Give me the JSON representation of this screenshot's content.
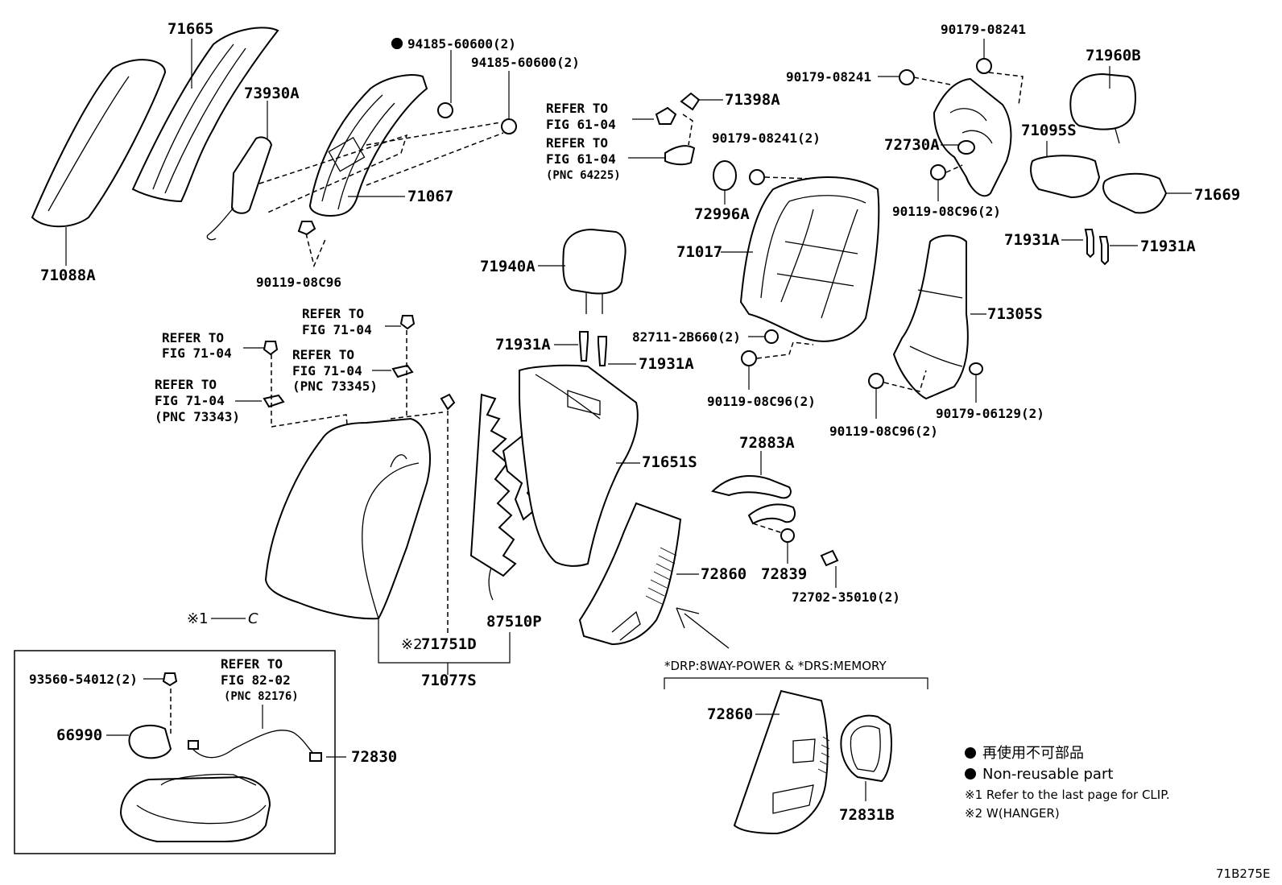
{
  "labels": {
    "p71665": "71665",
    "p71088A": "71088A",
    "p73930A": "73930A",
    "p94185a": "94185-60600(2)",
    "p94185b": "94185-60600(2)",
    "p71067": "71067",
    "p90119_08C96_a": "90119-08C96",
    "ref61a_1": "REFER TO",
    "ref61a_2": "FIG 61-04",
    "ref61b_1": "REFER TO",
    "ref61b_2": "FIG 61-04",
    "ref61b_3": "(PNC 64225)",
    "p71398A": "71398A",
    "p90179_top": "90179-08241",
    "p90179_mid": "90179-08241",
    "p90179_2": "90179-08241(2)",
    "p72730A": "72730A",
    "p71960B": "71960B",
    "p71095S": "71095S",
    "p71669": "71669",
    "p72996A": "72996A",
    "p90119_08C96_b": "90119-08C96(2)",
    "p71017": "71017",
    "p71931A_a": "71931A",
    "p71931A_b": "71931A",
    "p71940A": "71940A",
    "p71931A_c": "71931A",
    "p71931A_d": "71931A",
    "p82711": "82711-2B660(2)",
    "p90119_08C96_c": "90119-08C96(2)",
    "p71305S": "71305S",
    "p90179_06129": "90179-06129(2)",
    "p90119_08C96_d": "90119-08C96(2)",
    "ref71a_1": "REFER TO",
    "ref71a_2": "FIG 71-04",
    "ref71b_1": "REFER TO",
    "ref71b_2": "FIG 71-04",
    "ref71c_1": "REFER TO",
    "ref71c_2": "FIG 71-04",
    "ref71c_3": "(PNC 73345)",
    "ref71d_1": "REFER TO",
    "ref71d_2": "FIG 71-04",
    "ref71d_3": "(PNC 73343)",
    "p71651S": "71651S",
    "p72883A": "72883A",
    "p72860_a": "72860",
    "p72839": "72839",
    "p72702": "72702-35010(2)",
    "note1": "※1",
    "note1_clip": "C",
    "note2": "※2",
    "p71751D": "71751D",
    "p87510P": "87510P",
    "p71077S": "71077S",
    "drp": "*DRP:8WAY-POWER & *DRS:MEMORY",
    "p72860_b": "72860",
    "p72831B": "72831B",
    "p93560": "93560-54012(2)",
    "ref82_1": "REFER TO",
    "ref82_2": "FIG 82-02",
    "ref82_3": "(PNC 82176)",
    "p66990": "66990",
    "p72830": "72830"
  },
  "legend": {
    "jp_nonreusable": "再使用不可部品",
    "en_nonreusable": "Non-reusable part",
    "note1": "※1 Refer to the last page for CLIP.",
    "note2": "※2 W(HANGER)"
  },
  "figure_code": "71B275E"
}
